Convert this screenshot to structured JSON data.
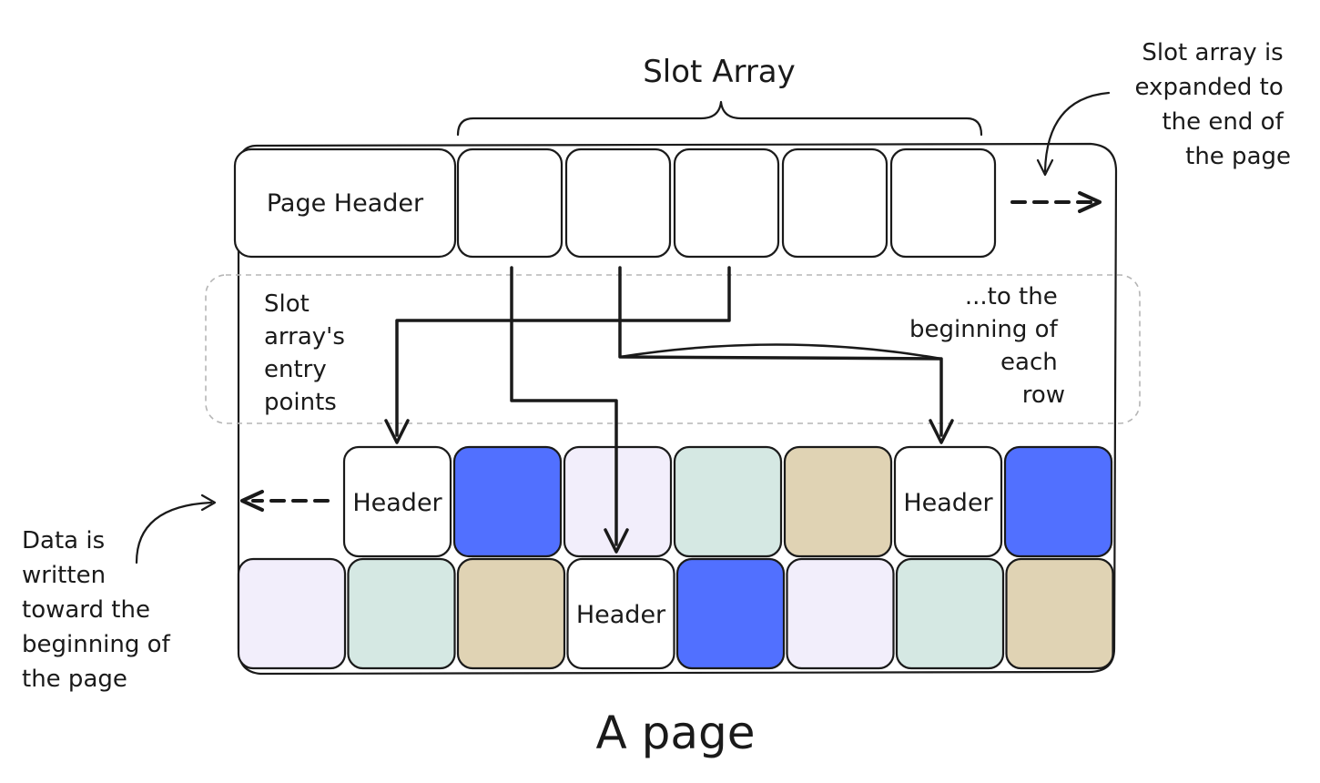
{
  "title": "Slot Array",
  "caption": "A page",
  "page_header_label": "Page Header",
  "row_header_label": "Header",
  "notes": {
    "entry_points": [
      "Slot",
      "array's",
      "entry",
      "points"
    ],
    "to_beginning": [
      "...to the",
      "beginning of",
      "each",
      "row"
    ],
    "slot_expanded": [
      "Slot array is",
      "expanded to",
      "the end of",
      "the page"
    ],
    "data_written": [
      "Data is",
      "written",
      "toward the",
      "beginning of",
      "the page"
    ]
  },
  "colors": {
    "blue": "#5170ff",
    "lavender": "#f2eefb",
    "mint": "#d5e8e3",
    "tan": "#e0d3b4",
    "white": "#ffffff",
    "ink": "#1a1a1a",
    "dashed_region": "#b5b5b5"
  },
  "slot_count": 5,
  "data_row_1": [
    "header",
    "blue",
    "lavender",
    "mint",
    "tan",
    "header",
    "blue"
  ],
  "data_row_2": [
    "lavender",
    "mint",
    "tan",
    "header",
    "blue",
    "lavender",
    "mint",
    "tan"
  ]
}
